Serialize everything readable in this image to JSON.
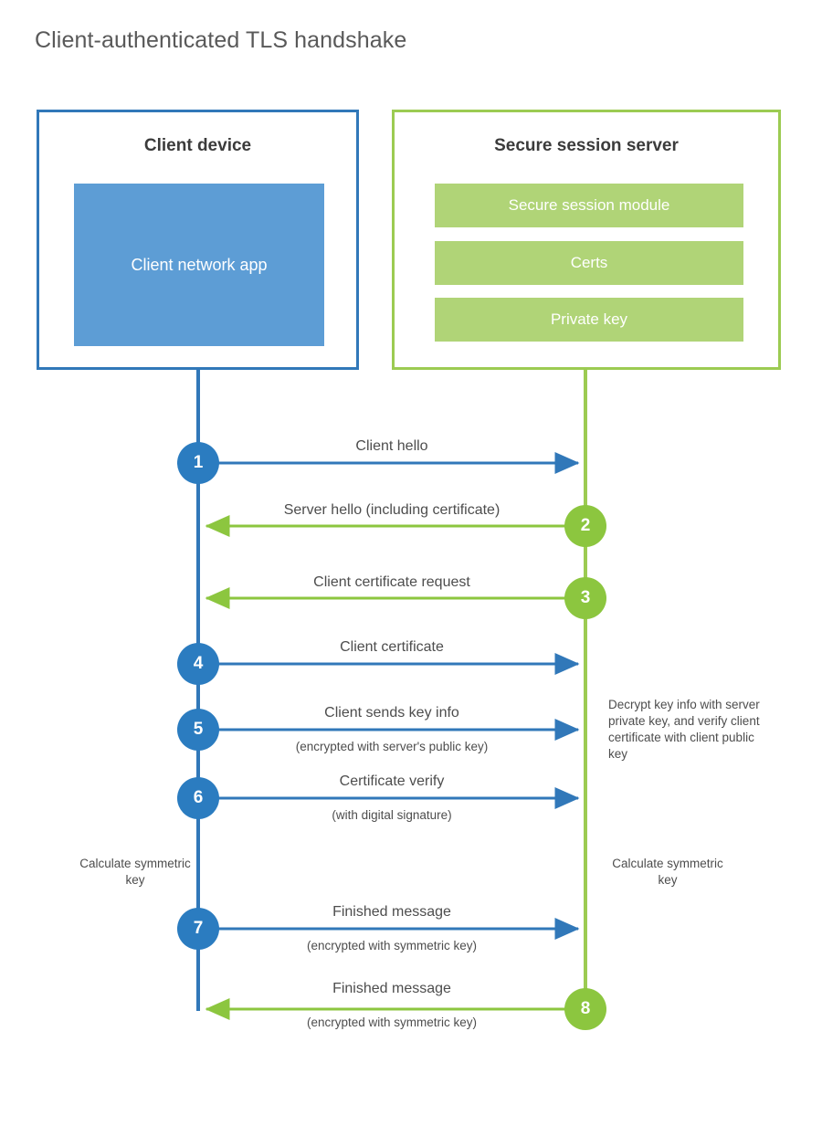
{
  "title": "Client-authenticated TLS handshake",
  "colors": {
    "blue_stroke": "#3178b9",
    "blue_circle": "#2b7cc0",
    "blue_fill": "#5d9dd5",
    "green_stroke": "#9ccb52",
    "green_circle": "#8cc63f",
    "green_fill": "#b0d477",
    "text": "#4d4d4d",
    "title_text": "#595959"
  },
  "client_panel": {
    "title": "Client device",
    "app_label": "Client network app"
  },
  "server_panel": {
    "title": "Secure session server",
    "blocks": [
      {
        "label": "Secure session module"
      },
      {
        "label": "Certs"
      },
      {
        "label": "Private key"
      }
    ]
  },
  "steps": [
    {
      "number": "1",
      "label": "Client hello",
      "sub": "",
      "direction": "client-to-server",
      "color": "blue"
    },
    {
      "number": "2",
      "label": "Server hello (including certificate)",
      "sub": "",
      "direction": "server-to-client",
      "color": "green"
    },
    {
      "number": "3",
      "label": "Client certificate request",
      "sub": "",
      "direction": "server-to-client",
      "color": "green"
    },
    {
      "number": "4",
      "label": "Client certificate",
      "sub": "",
      "direction": "client-to-server",
      "color": "blue"
    },
    {
      "number": "5",
      "label": "Client sends key info",
      "sub": "(encrypted with server's public key)",
      "direction": "client-to-server",
      "color": "blue"
    },
    {
      "number": "6",
      "label": "Certificate verify",
      "sub": "(with digital signature)",
      "direction": "client-to-server",
      "color": "blue"
    },
    {
      "number": "7",
      "label": "Finished message",
      "sub": "(encrypted with symmetric key)",
      "direction": "client-to-server",
      "color": "blue"
    },
    {
      "number": "8",
      "label": "Finished message",
      "sub": "(encrypted with symmetric key)",
      "direction": "server-to-client",
      "color": "green"
    }
  ],
  "annotations": {
    "client_calculate": "Calculate symmetric key",
    "server_decrypt": "Decrypt key info with server private key, and verify client certificate with client public key",
    "server_calculate": "Calculate symmetric key"
  }
}
